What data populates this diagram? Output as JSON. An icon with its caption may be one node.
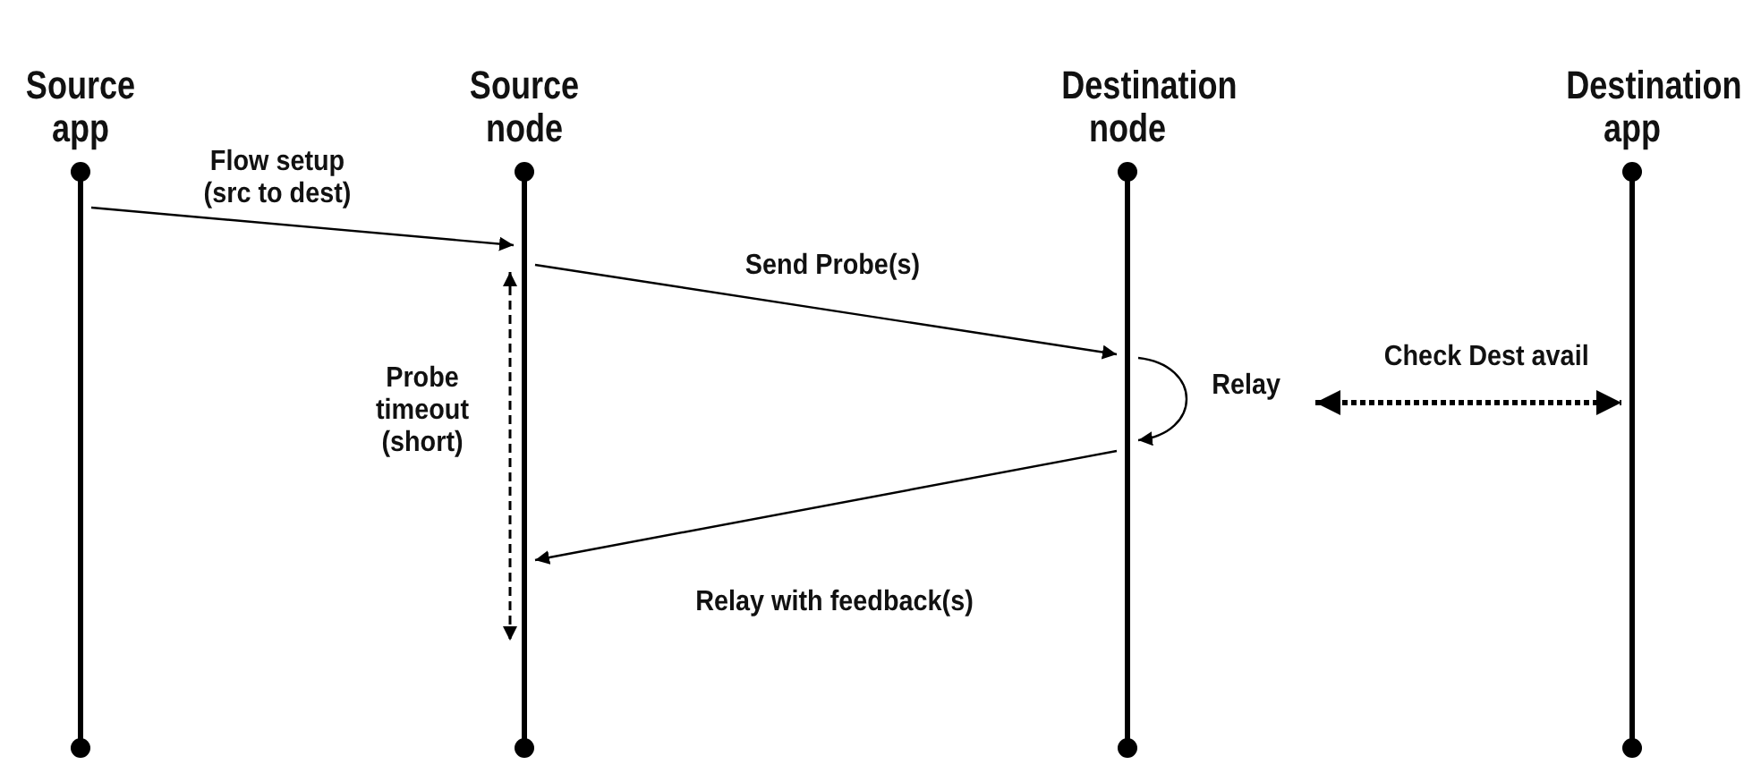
{
  "diagram": {
    "nodes": [
      {
        "text": [
          "Source app"
        ]
      },
      {
        "text": [
          "Source node"
        ]
      },
      {
        "text": [
          "Destination node"
        ]
      },
      {
        "text": [
          "Destination app"
        ]
      }
    ],
    "edges": [
      {
        "from": 0,
        "to": 1,
        "arrow": "to",
        "label": "Flow setup (src to dest)"
      },
      {
        "from": 1,
        "to": 2,
        "arrow": "to",
        "label": "Send Probe(s)"
      },
      {
        "from": 2,
        "to": 2,
        "arrow": "to",
        "label": "Relay"
      },
      {
        "from": 2,
        "to": 3,
        "arrow": "both",
        "style": "dashed",
        "label": "Check Dest avail"
      },
      {
        "from": 2,
        "to": 1,
        "arrow": "to",
        "label": "Relay with feedback(s)"
      }
    ],
    "labels": [
      "Probe timeout (short)"
    ]
  }
}
